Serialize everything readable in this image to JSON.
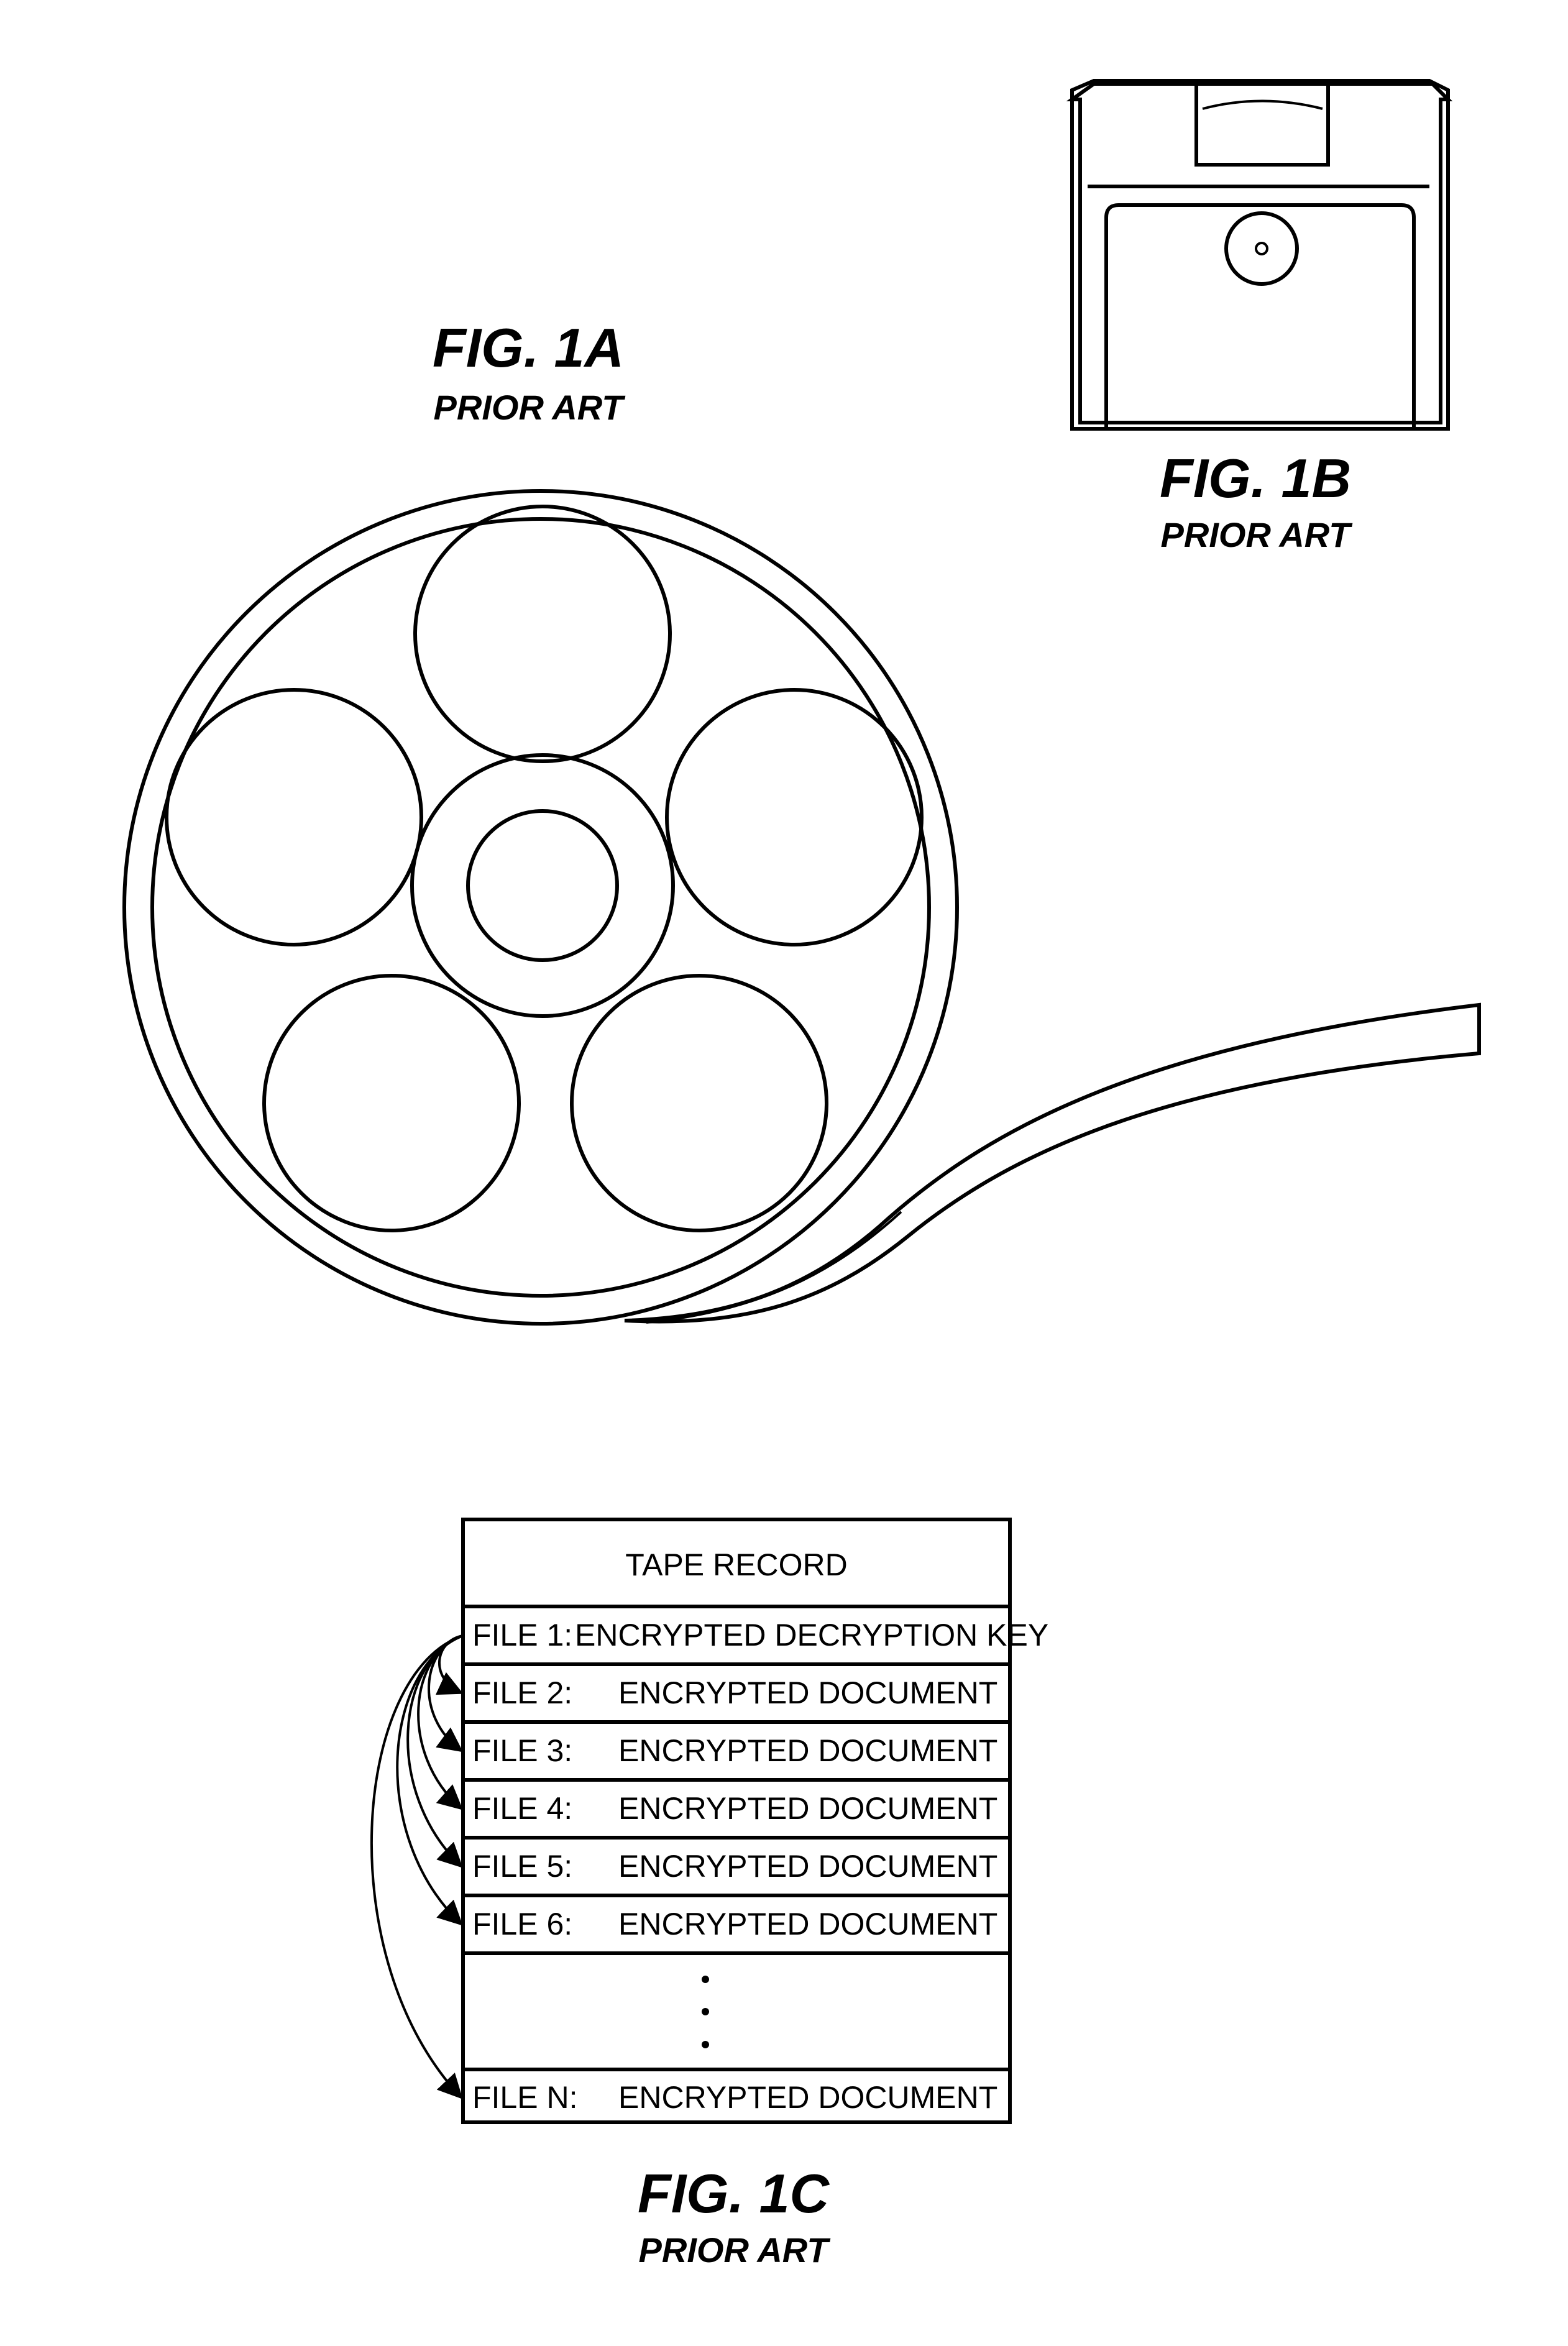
{
  "figures": {
    "fig1a": {
      "label": "FIG. 1A",
      "sublabel": "PRIOR ART"
    },
    "fig1b": {
      "label": "FIG. 1B",
      "sublabel": "PRIOR ART"
    },
    "fig1c": {
      "label": "FIG. 1C",
      "sublabel": "PRIOR ART"
    }
  },
  "tape_record": {
    "header": "TAPE RECORD",
    "rows": [
      {
        "file": "FILE 1:",
        "content": "ENCRYPTED DECRYPTION KEY"
      },
      {
        "file": "FILE 2:",
        "content": "ENCRYPTED DOCUMENT"
      },
      {
        "file": "FILE 3:",
        "content": "ENCRYPTED DOCUMENT"
      },
      {
        "file": "FILE 4:",
        "content": "ENCRYPTED DOCUMENT"
      },
      {
        "file": "FILE 5:",
        "content": "ENCRYPTED DOCUMENT"
      },
      {
        "file": "FILE 6:",
        "content": "ENCRYPTED DOCUMENT"
      },
      {
        "file": "FILE N:",
        "content": "ENCRYPTED DOCUMENT"
      }
    ]
  }
}
